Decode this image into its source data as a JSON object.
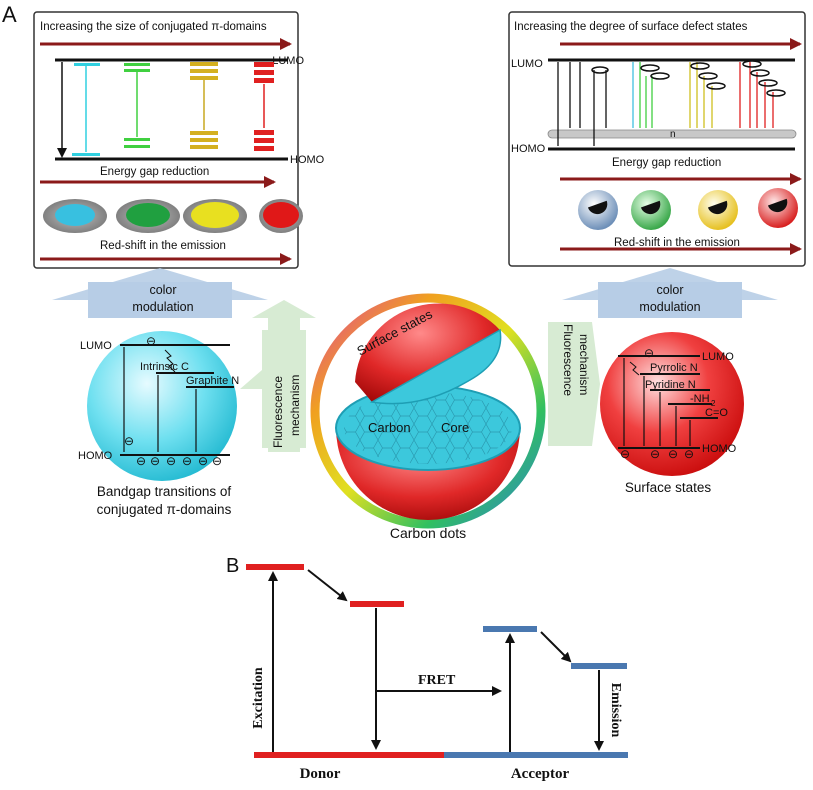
{
  "panel_a": {
    "label": "A",
    "left_box": {
      "top_text": "Increasing the size of conjugated  π-domains",
      "lumo": "LUMO",
      "homo": "HOMO",
      "gap_text": "Energy gap  reduction",
      "emission_text": "Red-shift  in the emission"
    },
    "right_box": {
      "top_text": "Increasing  the degree  of surface defect  states",
      "lumo": "LUMO",
      "homo": "HOMO",
      "n_label": "n",
      "gap_text": "Energy gap  reduction",
      "emission_text": "Red-shift  in the emission"
    },
    "color_modulation_left": [
      "color",
      "modulation"
    ],
    "color_modulation_right": [
      "color",
      "modulation"
    ],
    "fluorescence_left": [
      "Fluorescence",
      "mechanism"
    ],
    "fluorescence_right": [
      "Fluorescence",
      "mechanism"
    ],
    "left_sphere": {
      "lumo": "LUMO",
      "homo": "HOMO",
      "intrinsic": "Intrinsic C",
      "graphite": "Graphite  N",
      "caption": [
        "Bandgap  transitions  of",
        "conjugated   π-domains"
      ]
    },
    "center": {
      "surface_states": "Surface states",
      "carbon": "Carbon",
      "core": "Core",
      "caption": "Carbon dots"
    },
    "right_sphere": {
      "lumo": "LUMO",
      "homo": "HOMO",
      "pyrrolic": "Pyrrolic  N",
      "pyridine": "Pyridine N",
      "nh2": "-NH",
      "nh2_sub": "2",
      "co": "C=O",
      "caption": "Surface states"
    },
    "minus_sign": "⊖"
  },
  "panel_b": {
    "label": "B",
    "excitation": "Excitation",
    "fret": "FRET",
    "emission": "Emission",
    "donor": "Donor",
    "acceptor": "Acceptor"
  },
  "colors": {
    "dark_red": "#8b1a1a",
    "red": "#e02020",
    "blue": "#4a78b0",
    "cyan": "#38d8e8",
    "light_blue_arrow": "#b7cde6"
  }
}
